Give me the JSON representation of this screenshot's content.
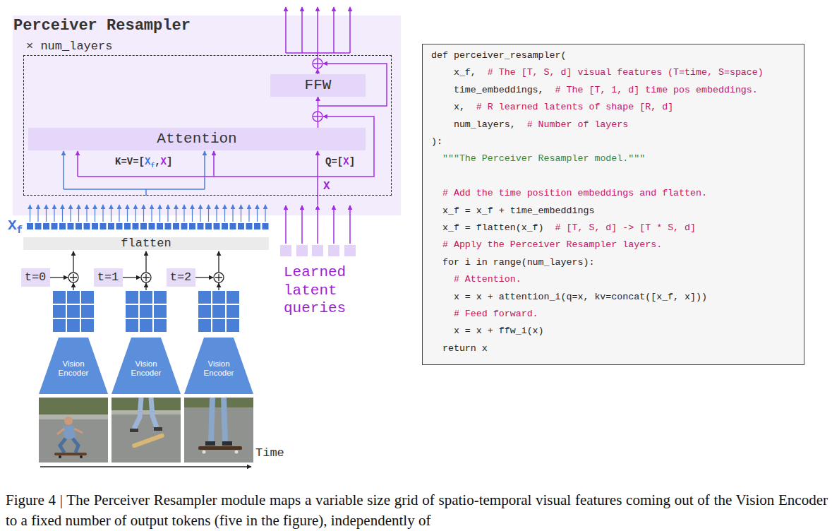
{
  "diagram": {
    "caption": "Figure 4 | The Perceiver Resampler module maps a variable size grid of spatio-temporal visual features coming out of the Vision Encoder to a fixed number of output tokens (five in the figure), independently of",
    "nodes": [
      {
        "text": [
          "Perceiver Resampler"
        ]
      },
      {
        "text": [
          "× num_layers"
        ],
        "in": 0
      },
      {
        "text": [
          "Attention"
        ],
        "in": 1
      },
      {
        "text": [
          "FFW"
        ],
        "in": 1
      },
      {
        "text": [
          "def perceiver_resampler(",
          "x_f,",
          "# The [T, S, d] visual features (T=time, S=space)",
          "time_embeddings,",
          "# The [T, 1, d] time pos embeddings.",
          "x,",
          "# R learned latents of shape [R, d]",
          "num_layers,",
          "# Number of layers",
          "):",
          "\"\"\"The Perceiver Resampler model.\"\"\"",
          "# Add the time position embeddings and flatten.",
          "x_f = x_f + time_embeddings",
          "x_f = flatten(x_f)",
          "# [T, S, d] -> [T * S, d]",
          "# Apply the Perceiver Resampler layers.",
          "for i in range(num_layers):",
          "# Attention.",
          "x = x + attention_i(q=x, kv=concat([x_f, x]))",
          "# Feed forward.",
          "x = x + ffw_i(x)",
          "return x"
        ]
      },
      {
        "text": [
          "flatten"
        ]
      },
      {
        "text": [
          "t=0"
        ]
      },
      {
        "text": [
          "t=1"
        ]
      },
      {
        "text": [
          "t=2"
        ]
      },
      {
        "text": [
          "Vision Encoder"
        ]
      },
      {
        "text": [
          "Vision Encoder"
        ]
      },
      {
        "text": [
          "Vision Encoder"
        ]
      }
    ],
    "edges": [
      {
        "from": 2,
        "to": 3,
        "arrow": "to"
      }
    ],
    "labels": [
      "K=V=[",
      "X",
      "f",
      ",",
      "X",
      "]",
      "Q=[",
      "X",
      "]",
      "X",
      "X",
      "f",
      "Learned latent queries",
      "Time"
    ]
  }
}
